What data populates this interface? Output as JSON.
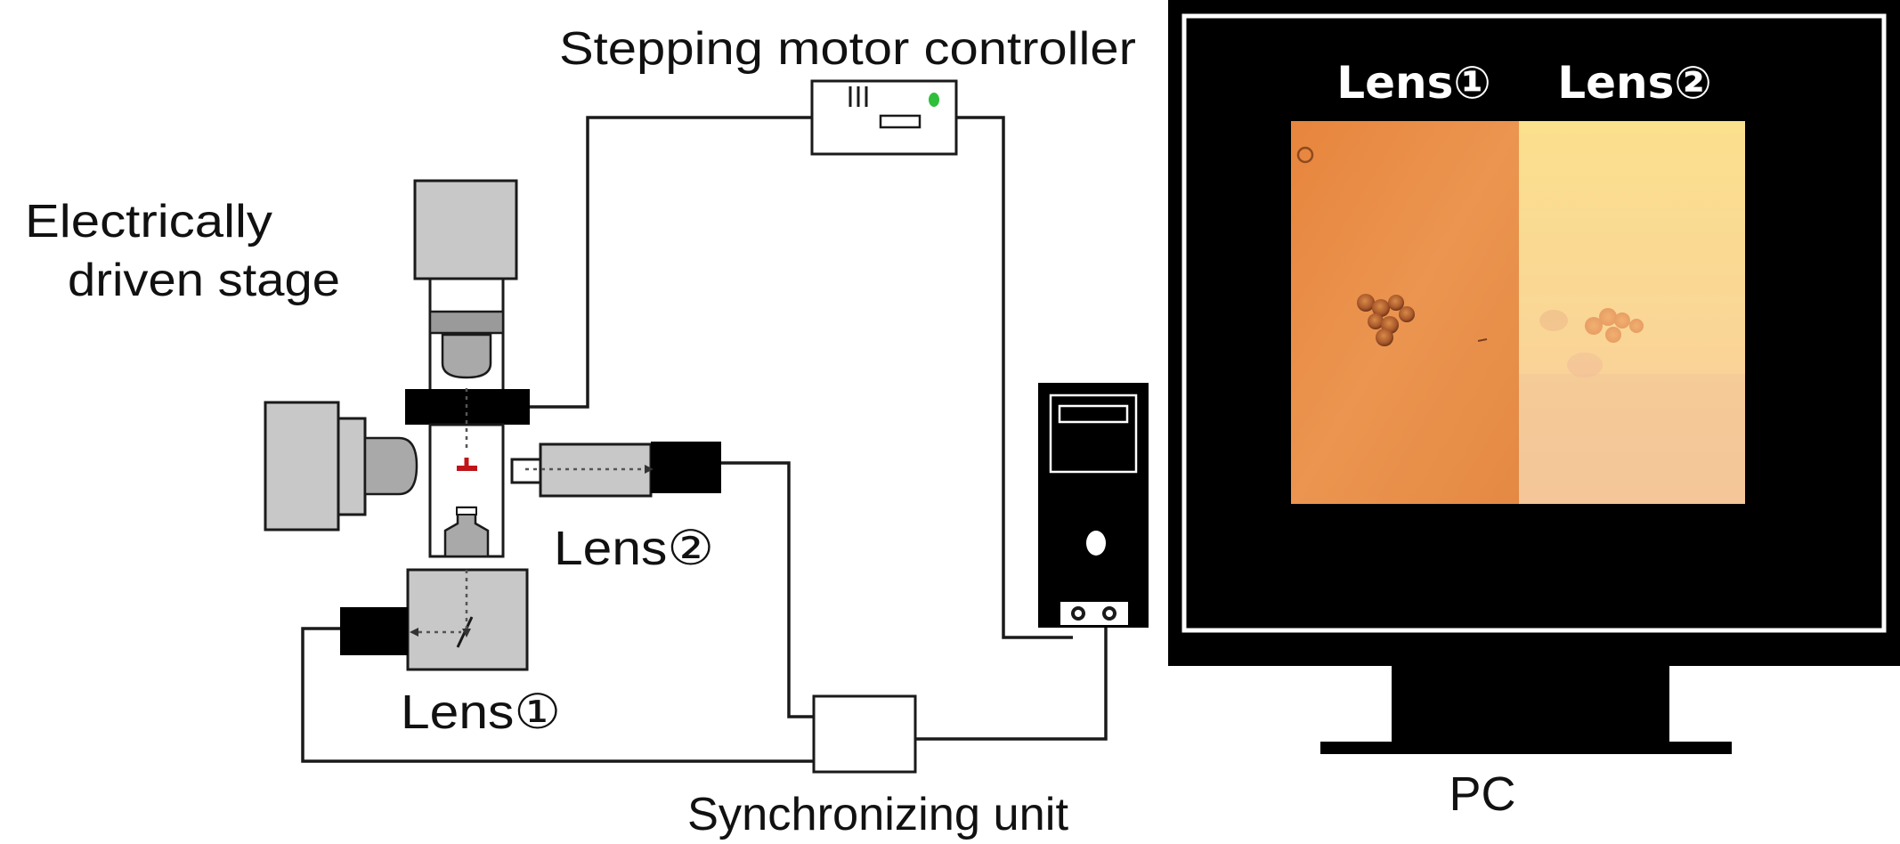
{
  "labels": {
    "stepping_motor_controller": "Stepping motor controller",
    "electrically_driven_stage_line1": "Electrically",
    "electrically_driven_stage_line2": "driven stage",
    "lens2_side": "Lens②",
    "lens1_bottom": "Lens①",
    "synchronizing_unit": "Synchronizing unit",
    "pc": "PC"
  },
  "screen": {
    "lens1_label": "Lens①",
    "lens2_label": "Lens②"
  },
  "colors": {
    "monitor_body": "#000000",
    "screen_border": "#ffffff",
    "component_gray": "#c8c8c8",
    "component_dark": "#000000",
    "led_green": "#2fbf3a",
    "specimen_red": "#c0141a",
    "image_lens1": "#e8924a",
    "image_lens2": "#f8dc8c"
  }
}
